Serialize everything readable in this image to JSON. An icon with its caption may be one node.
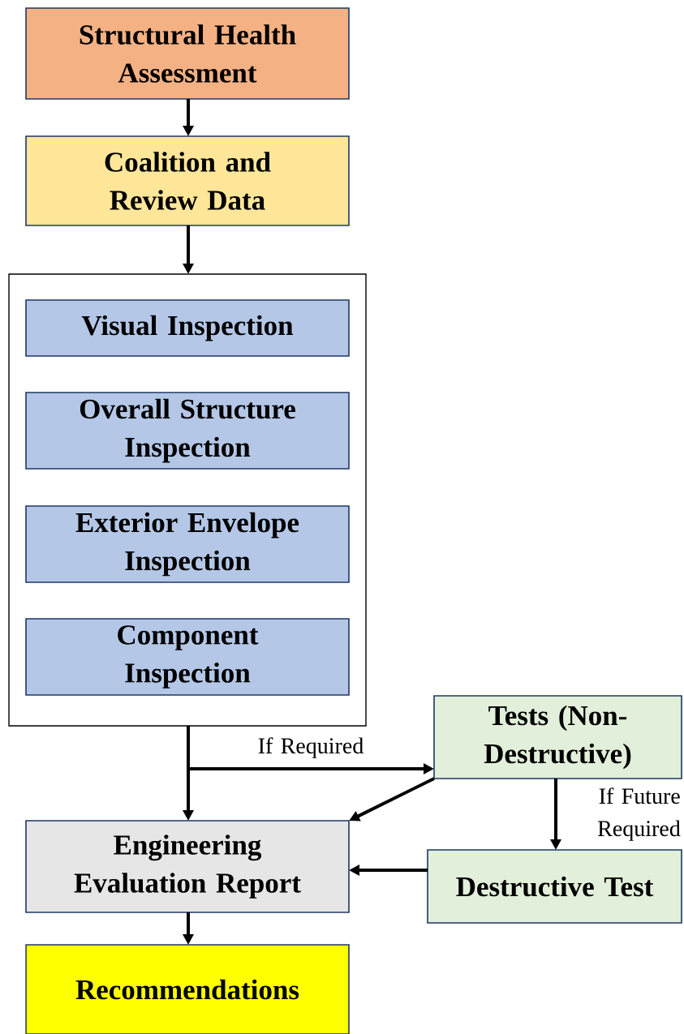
{
  "diagram": {
    "nodes": [
      {
        "text": [
          "Structural Health Assessment"
        ]
      },
      {
        "text": [
          "Coalition and Review Data"
        ]
      },
      {
        "text": [],
        "shape": "box"
      },
      {
        "text": [
          "Visual Inspection"
        ],
        "in": 2
      },
      {
        "text": [
          "Overall Structure Inspection"
        ],
        "in": 2
      },
      {
        "text": [
          "Exterior Envelope Inspection"
        ],
        "in": 2
      },
      {
        "text": [
          "Component Inspection"
        ],
        "in": 2
      },
      {
        "text": [
          "Tests (Non-Destructive)"
        ]
      },
      {
        "text": [
          "Engineering Evaluation Report"
        ]
      },
      {
        "text": [
          "Destructive Test"
        ]
      },
      {
        "text": [
          "Recommendations"
        ]
      }
    ],
    "edges": [
      {
        "from": 0,
        "to": 1,
        "arrow": "to"
      },
      {
        "from": 1,
        "to": 2,
        "arrow": "to"
      },
      {
        "from": 2,
        "to": 8,
        "arrow": "to"
      },
      {
        "from": 2,
        "to": 7,
        "arrow": "to",
        "label": "If Required"
      },
      {
        "from": 7,
        "to": 8,
        "arrow": "to"
      },
      {
        "from": 7,
        "to": 9,
        "arrow": "to",
        "label": "If Future Required"
      },
      {
        "from": 9,
        "to": 8,
        "arrow": "to"
      },
      {
        "from": 8,
        "to": 10,
        "arrow": "to"
      }
    ]
  }
}
